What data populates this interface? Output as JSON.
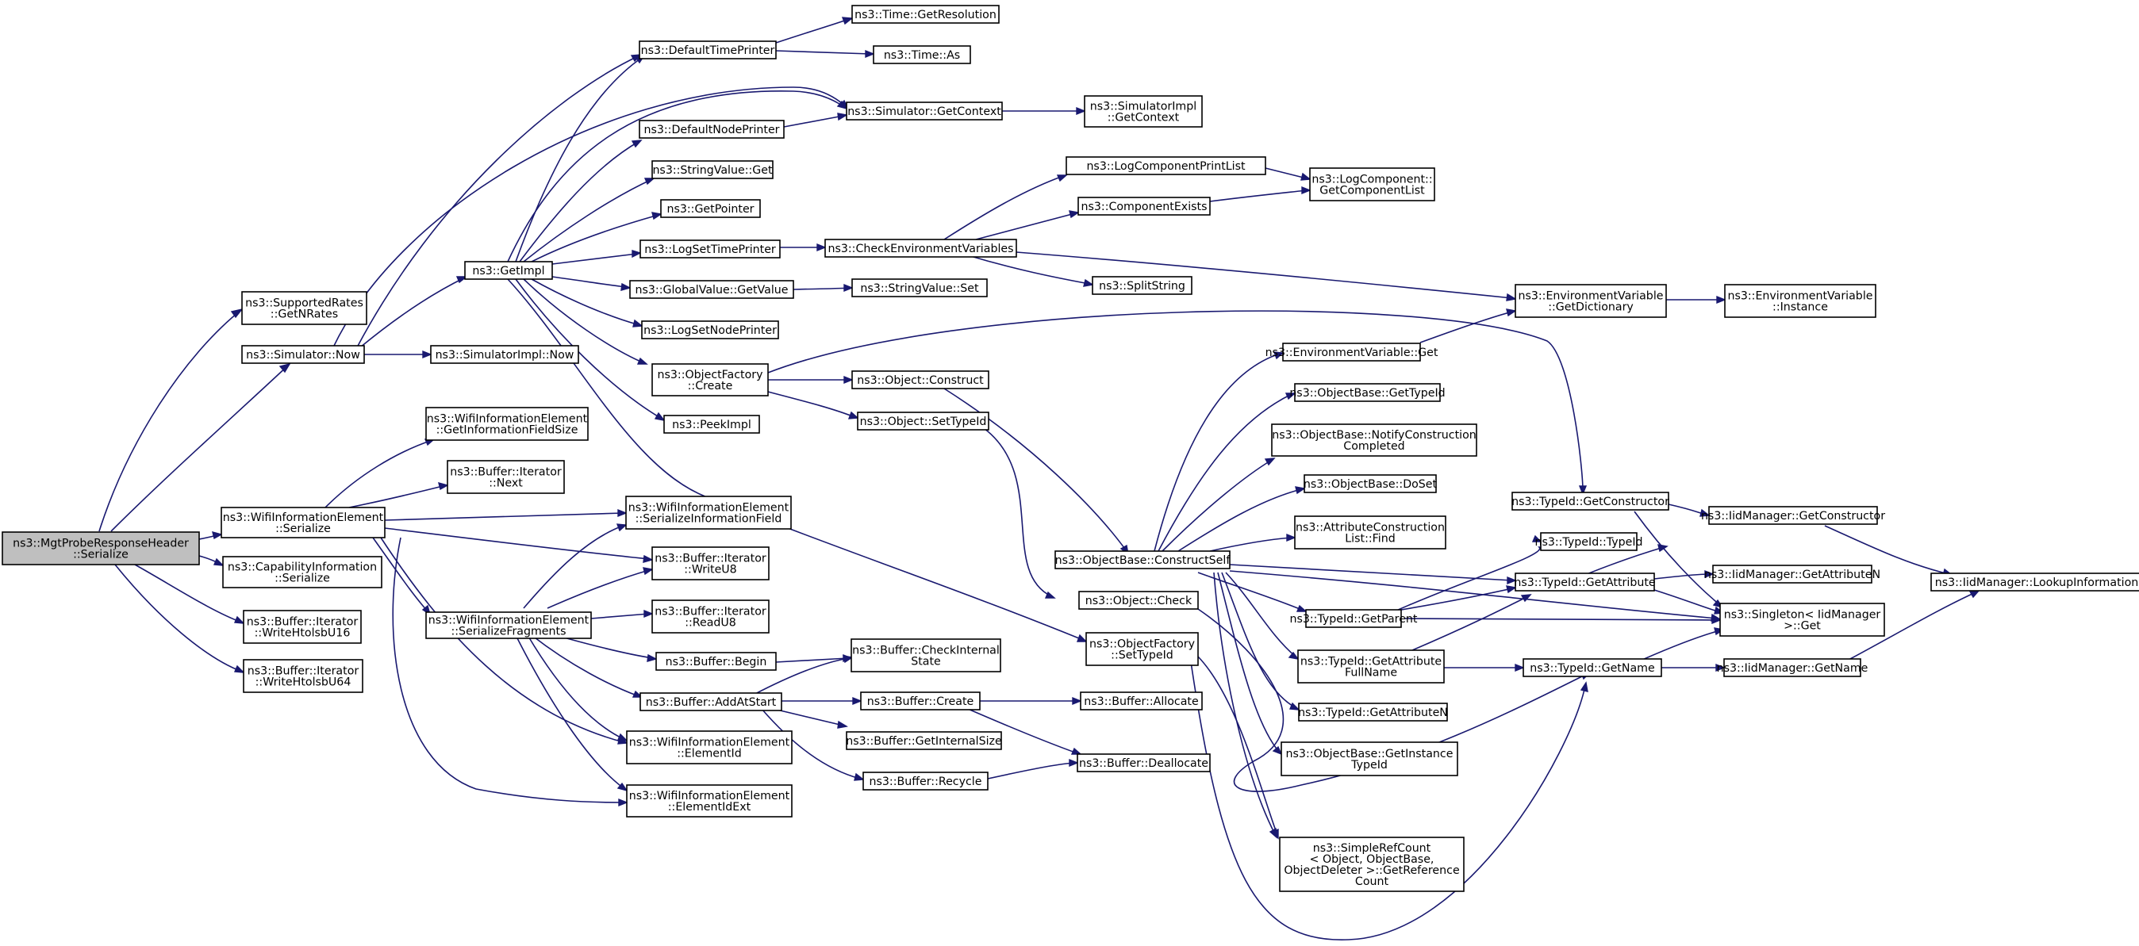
{
  "colors": {
    "edge": "#191970",
    "root_fill": "#bfbfbf",
    "node_fill": "#ffffff",
    "broken_border": "#ff0000",
    "node_border": "#000000"
  },
  "nodes": [
    {
      "id": "root",
      "lines": [
        "ns3::MgtProbeResponseHeader",
        "::Serialize"
      ],
      "style": "root"
    },
    {
      "id": "n1",
      "lines": [
        "ns3::SupportedRates",
        "::GetNRates"
      ]
    },
    {
      "id": "n2",
      "lines": [
        "ns3::Simulator::Now"
      ]
    },
    {
      "id": "n3",
      "lines": [
        "ns3::WifiInformationElement",
        "::Serialize"
      ]
    },
    {
      "id": "n4",
      "lines": [
        "ns3::CapabilityInformation",
        "::Serialize"
      ]
    },
    {
      "id": "n5",
      "lines": [
        "ns3::Buffer::Iterator",
        "::WriteHtolsbU16"
      ]
    },
    {
      "id": "n6",
      "lines": [
        "ns3::Buffer::Iterator",
        "::WriteHtolsbU64"
      ]
    },
    {
      "id": "n7",
      "lines": [
        "ns3::GetImpl"
      ]
    },
    {
      "id": "n8",
      "lines": [
        "ns3::SimulatorImpl::Now"
      ]
    },
    {
      "id": "n9",
      "lines": [
        "ns3::WifiInformationElement",
        "::GetInformationFieldSize"
      ]
    },
    {
      "id": "n10",
      "lines": [
        "ns3::Buffer::Iterator",
        "::Next"
      ]
    },
    {
      "id": "n11",
      "lines": [
        "ns3::WifiInformationElement",
        "::SerializeInformationField"
      ]
    },
    {
      "id": "n12",
      "lines": [
        "ns3::Buffer::Iterator",
        "::WriteU8"
      ]
    },
    {
      "id": "n13",
      "lines": [
        "ns3::WifiInformationElement",
        "::SerializeFragments"
      ]
    },
    {
      "id": "n14",
      "lines": [
        "ns3::WifiInformationElement",
        "::ElementId"
      ]
    },
    {
      "id": "n15",
      "lines": [
        "ns3::WifiInformationElement",
        "::ElementIdExt"
      ]
    },
    {
      "id": "n16",
      "lines": [
        "ns3::DefaultTimePrinter"
      ]
    },
    {
      "id": "n17",
      "lines": [
        "ns3::DefaultNodePrinter"
      ]
    },
    {
      "id": "n18",
      "lines": [
        "ns3::StringValue::Get"
      ]
    },
    {
      "id": "n19",
      "lines": [
        "ns3::GetPointer"
      ]
    },
    {
      "id": "n20",
      "lines": [
        "ns3::LogSetTimePrinter"
      ]
    },
    {
      "id": "n21",
      "lines": [
        "ns3::GlobalValue::GetValue"
      ]
    },
    {
      "id": "n22",
      "lines": [
        "ns3::LogSetNodePrinter"
      ]
    },
    {
      "id": "n23",
      "lines": [
        "ns3::ObjectFactory",
        "::Create"
      ]
    },
    {
      "id": "n24",
      "lines": [
        "ns3::PeekImpl"
      ]
    },
    {
      "id": "n25",
      "lines": [
        "ns3::ObjectFactory",
        "::SetTypeId"
      ]
    },
    {
      "id": "n26",
      "lines": [
        "ns3::Buffer::Iterator",
        "::ReadU8"
      ]
    },
    {
      "id": "n27",
      "lines": [
        "ns3::Buffer::Begin"
      ]
    },
    {
      "id": "n28",
      "lines": [
        "ns3::Buffer::AddAtStart"
      ]
    },
    {
      "id": "n29",
      "lines": [
        "ns3::Time::GetResolution"
      ]
    },
    {
      "id": "n30",
      "lines": [
        "ns3::Time::As"
      ]
    },
    {
      "id": "n31",
      "lines": [
        "ns3::Simulator::GetContext"
      ]
    },
    {
      "id": "n32",
      "lines": [
        "ns3::CheckEnvironmentVariables"
      ]
    },
    {
      "id": "n33",
      "lines": [
        "ns3::StringValue::Set"
      ]
    },
    {
      "id": "n34",
      "lines": [
        "ns3::Object::Construct"
      ]
    },
    {
      "id": "n35",
      "lines": [
        "ns3::Object::SetTypeId"
      ]
    },
    {
      "id": "n36",
      "lines": [
        "ns3::TypeId::GetConstructor"
      ]
    },
    {
      "id": "n37",
      "lines": [
        "ns3::Buffer::CheckInternal",
        "State"
      ]
    },
    {
      "id": "n38",
      "lines": [
        "ns3::Buffer::Create"
      ]
    },
    {
      "id": "n39",
      "lines": [
        "ns3::Buffer::GetInternalSize"
      ]
    },
    {
      "id": "n40",
      "lines": [
        "ns3::Buffer::Recycle"
      ]
    },
    {
      "id": "n41",
      "lines": [
        "ns3::SimulatorImpl",
        "::GetContext"
      ]
    },
    {
      "id": "n42",
      "lines": [
        "ns3::LogComponentPrintList"
      ]
    },
    {
      "id": "n43",
      "lines": [
        "ns3::ComponentExists"
      ]
    },
    {
      "id": "n44",
      "lines": [
        "ns3::SplitString"
      ]
    },
    {
      "id": "n45",
      "lines": [
        "ns3::EnvironmentVariable",
        "::GetDictionary"
      ]
    },
    {
      "id": "n46",
      "lines": [
        "ns3::ObjectBase::ConstructSelf"
      ]
    },
    {
      "id": "n47",
      "lines": [
        "ns3::Object::Check"
      ]
    },
    {
      "id": "n48",
      "lines": [
        "ns3::SimpleRefCount",
        "< Object, ObjectBase,",
        "ObjectDeleter >::GetReference",
        "Count"
      ]
    },
    {
      "id": "n49",
      "lines": [
        "ns3::Buffer::Allocate"
      ]
    },
    {
      "id": "n50",
      "lines": [
        "ns3::Buffer::Deallocate"
      ]
    },
    {
      "id": "n51",
      "lines": [
        "ns3::LogComponent::",
        "GetComponentList"
      ]
    },
    {
      "id": "n52",
      "lines": [
        "ns3::EnvironmentVariable",
        "::Instance"
      ]
    },
    {
      "id": "n53",
      "lines": [
        "ns3::EnvironmentVariable::Get"
      ]
    },
    {
      "id": "n54",
      "lines": [
        "ns3::ObjectBase::GetTypeId"
      ],
      "style": "broken"
    },
    {
      "id": "n55",
      "lines": [
        "ns3::ObjectBase::NotifyConstruction",
        "Completed"
      ]
    },
    {
      "id": "n56",
      "lines": [
        "ns3::ObjectBase::DoSet"
      ]
    },
    {
      "id": "n57",
      "lines": [
        "ns3::AttributeConstruction",
        "List::Find"
      ]
    },
    {
      "id": "n58",
      "lines": [
        "ns3::TypeId::GetAttribute"
      ]
    },
    {
      "id": "n59",
      "lines": [
        "ns3::TypeId::GetParent"
      ],
      "style": "broken"
    },
    {
      "id": "n60",
      "lines": [
        "ns3::TypeId::GetAttribute",
        "FullName"
      ]
    },
    {
      "id": "n61",
      "lines": [
        "ns3::TypeId::GetAttributeN"
      ]
    },
    {
      "id": "n62",
      "lines": [
        "ns3::ObjectBase::GetInstance",
        "TypeId"
      ]
    },
    {
      "id": "n63",
      "lines": [
        "ns3::IidManager::GetConstructor"
      ]
    },
    {
      "id": "n64",
      "lines": [
        "ns3::Singleton< IidManager",
        " >::Get"
      ]
    },
    {
      "id": "n65",
      "lines": [
        "ns3::TypeId::TypeId"
      ]
    },
    {
      "id": "n66",
      "lines": [
        "ns3::IidManager::GetAttributeN"
      ]
    },
    {
      "id": "n67",
      "lines": [
        "ns3::TypeId::GetName"
      ]
    },
    {
      "id": "n68",
      "lines": [
        "ns3::IidManager::GetName"
      ]
    },
    {
      "id": "n69",
      "lines": [
        "ns3::IidManager::LookupInformation"
      ]
    }
  ]
}
